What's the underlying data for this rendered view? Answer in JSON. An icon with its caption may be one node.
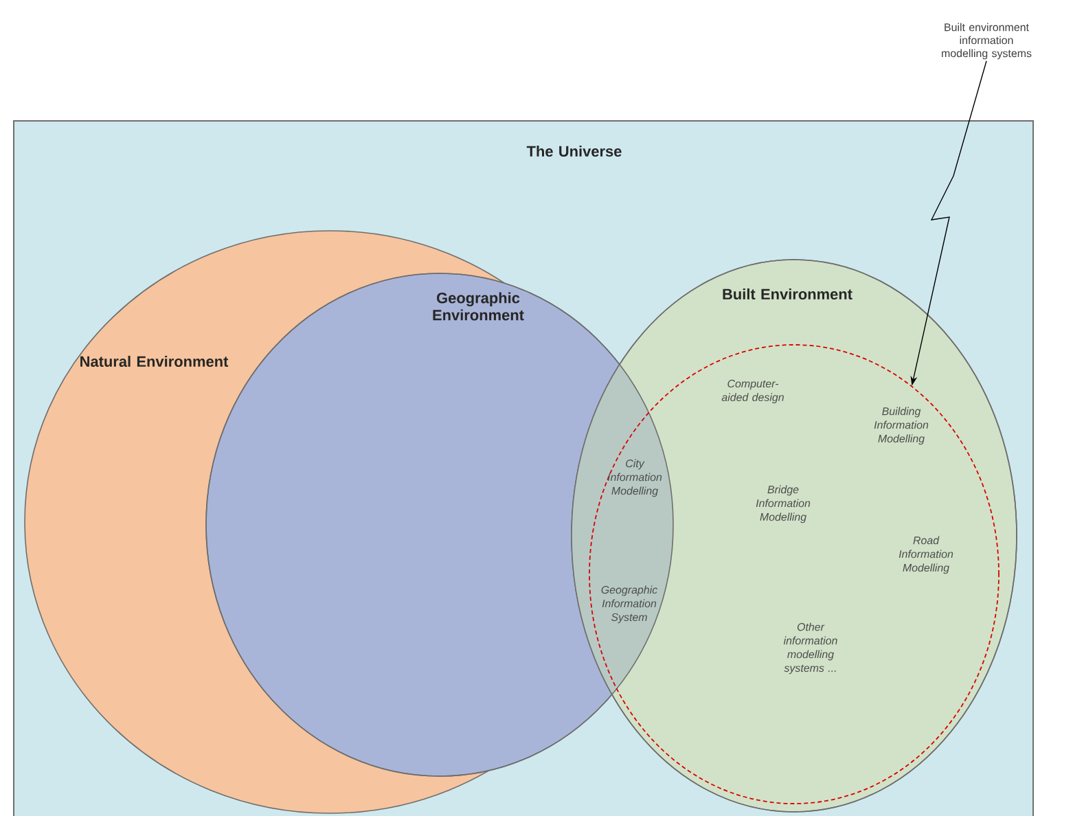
{
  "diagram": {
    "nodes": [
      {
        "text": [
          "The Universe"
        ]
      },
      {
        "text": [
          "Natural Environment"
        ],
        "in": 0
      },
      {
        "text": [
          "Geographic Environment"
        ],
        "in": 0
      },
      {
        "text": [
          "Built Environment"
        ],
        "in": 0
      },
      {
        "text": [],
        "shape": "circle",
        "in": 3
      },
      {
        "text": [
          "Built environment information modelling systems"
        ]
      }
    ],
    "edges": [
      {
        "from": 5,
        "to": 4,
        "arrow": "to"
      }
    ],
    "labels": [
      "Computer-aided design",
      "Building Information Modelling",
      "City Information Modelling",
      "Bridge Information Modelling",
      "Road Information Modelling",
      "Geographic Information System",
      "Other information modelling systems ..."
    ]
  }
}
